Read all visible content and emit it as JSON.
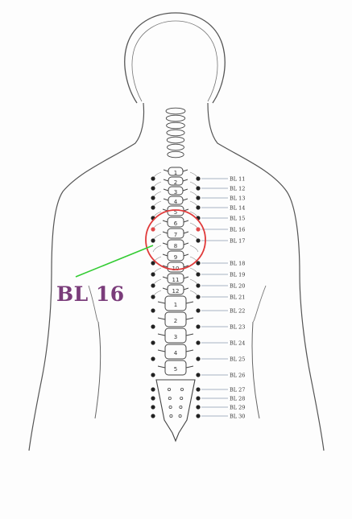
{
  "callout": {
    "label": "BL  16",
    "label_color": "#7a3c7a",
    "line_color": "#33cc33",
    "circle_color": "#e03a3a"
  },
  "colors": {
    "outline": "#555555",
    "point": "#222222",
    "highlight_point": "#e04a4a",
    "leader": "#8a9ab0",
    "spine": "#444444"
  },
  "points": [
    {
      "id": "BL 11",
      "highlight": false
    },
    {
      "id": "BL 12",
      "highlight": false
    },
    {
      "id": "BL 13",
      "highlight": false
    },
    {
      "id": "BL 14",
      "highlight": false
    },
    {
      "id": "BL 15",
      "highlight": false
    },
    {
      "id": "BL 16",
      "highlight": true
    },
    {
      "id": "BL 17",
      "highlight": false
    },
    {
      "id": "BL 18",
      "highlight": false
    },
    {
      "id": "BL 19",
      "highlight": false
    },
    {
      "id": "BL 20",
      "highlight": false
    },
    {
      "id": "BL 21",
      "highlight": false
    },
    {
      "id": "BL 22",
      "highlight": false
    },
    {
      "id": "BL 23",
      "highlight": false
    },
    {
      "id": "BL 24",
      "highlight": false
    },
    {
      "id": "BL 25",
      "highlight": false
    },
    {
      "id": "BL 26",
      "highlight": false
    },
    {
      "id": "BL 27",
      "highlight": false
    },
    {
      "id": "BL 28",
      "highlight": false
    },
    {
      "id": "BL 29",
      "highlight": false
    },
    {
      "id": "BL 30",
      "highlight": false
    }
  ],
  "vertebra_numbers": [
    "1",
    "2",
    "3",
    "4",
    "5",
    "6",
    "7",
    "8",
    "9",
    "10",
    "11",
    "12",
    "1",
    "2",
    "3",
    "4",
    "5"
  ]
}
